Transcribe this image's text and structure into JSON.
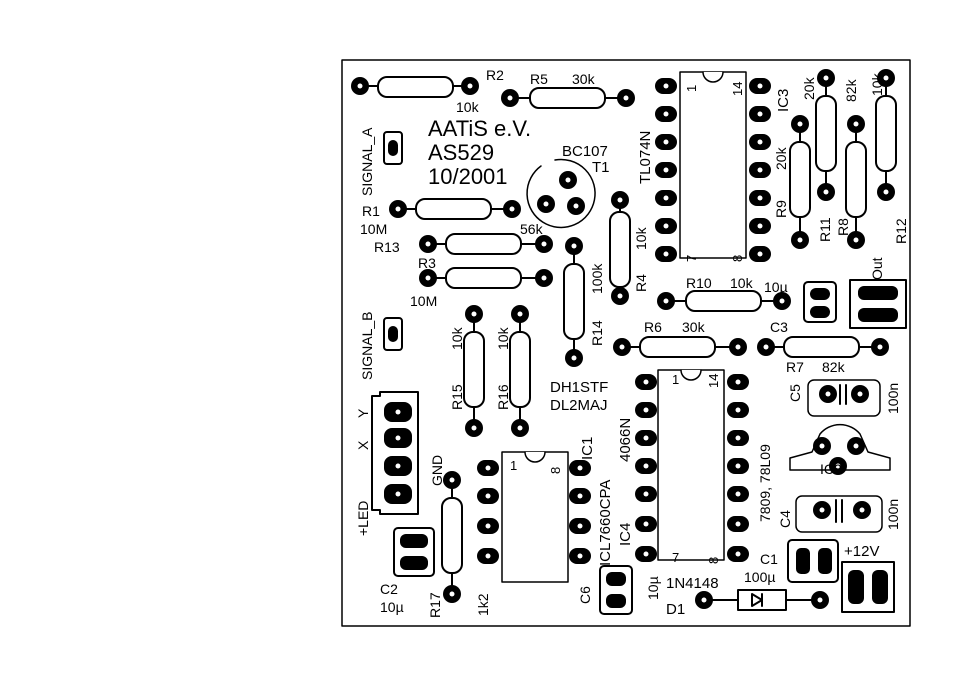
{
  "title": {
    "line1": "AATiS e.V.",
    "line2": "AS529",
    "line3": "10/2001"
  },
  "authors": {
    "line1": "DH1STF",
    "line2": "DL2MAJ"
  },
  "connectors": {
    "signal_a": "SIGNAL_A",
    "signal_b": "SIGNAL_B",
    "led": "+LED",
    "x": "X",
    "y": "Y",
    "gnd": "GND",
    "out": "Out",
    "plus12v": "+12V"
  },
  "resistors": {
    "r1": "R1",
    "r1_val": "10M",
    "r2": "R2",
    "r2_val": "10k",
    "r3": "R3",
    "r3_val": "10M",
    "r4": "R4",
    "r4_val": "10k",
    "r5": "R5",
    "r5_val": "30k",
    "r6": "R6",
    "r6_val": "30k",
    "r7": "R7",
    "r7_val": "82k",
    "r8": "R8",
    "r8_val": "82k",
    "r9": "R9",
    "r9_val": "20k",
    "r10": "R10",
    "r10_val": "10k",
    "r11": "R11",
    "r11_val": "20k",
    "r12": "R12",
    "r12_val": "10k",
    "r13": "R13",
    "r13_val": "56k",
    "r14": "R14",
    "r14_val": "100k",
    "r15": "R15",
    "r15_val": "10k",
    "r16": "R16",
    "r16_val": "10k",
    "r17": "R17",
    "r17_val": "1k2"
  },
  "capacitors": {
    "c1": "C1",
    "c1_val": "100µ",
    "c2": "C2",
    "c2_val": "10µ",
    "c3": "C3",
    "c3_val": "10µ",
    "c4": "C4",
    "c4_val": "100n",
    "c5": "C5",
    "c5_val": "100n",
    "c6": "C6",
    "c6_val": "10µ"
  },
  "ics": {
    "ic1": "IC1",
    "ic1_type": "4066N",
    "ic3": "IC3",
    "ic3_type": "TL074N",
    "ic4": "IC4",
    "ic4_type": "ICL7660CPA",
    "pin1": "1",
    "pin7": "7",
    "pin8": "8",
    "pin14": "14"
  },
  "transistor": {
    "name": "T1",
    "type": "BC107"
  },
  "diode": {
    "name": "D1",
    "type": "1N4148"
  },
  "regulator": {
    "name": "IC2",
    "type": "7809, 78L09"
  }
}
